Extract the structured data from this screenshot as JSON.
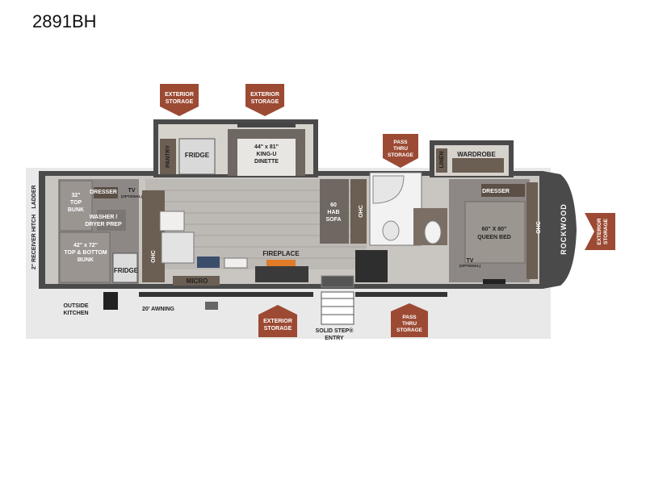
{
  "model": "2891BH",
  "brand": "ROCKWOOD",
  "colors": {
    "tag": "#9c4a33",
    "wall": "#4a4a4a",
    "floor": "#c9c6c1",
    "carpet": "#8d8785"
  },
  "labels": {
    "ext_storage_1": [
      "EXTERIOR",
      "STORAGE"
    ],
    "ext_storage_2": [
      "EXTERIOR",
      "STORAGE"
    ],
    "pass_thru_top": [
      "PASS",
      "THRU",
      "STORAGE"
    ],
    "ext_storage_front": [
      "EXTERIOR",
      "STORAGE"
    ],
    "ext_storage_bottom": [
      "EXTERIOR",
      "STORAGE"
    ],
    "pass_thru_bottom": [
      "PASS",
      "THRU",
      "STORAGE"
    ],
    "pantry": "PANTRY",
    "fridge_top": "FRIDGE",
    "dinette": [
      "44\" x 81\"",
      "KING-U",
      "DINETTE"
    ],
    "linen": "LINEN",
    "wardrobe": "WARDROBE",
    "ladder": "LADDER",
    "receiver_hitch": "2\" RECEIVER HITCH",
    "top_bunk": [
      "32\"",
      "TOP",
      "BUNK"
    ],
    "dresser_bunk": "DRESSER",
    "tv_bunk": "TV",
    "tv_optional": "(OPTIONAL)",
    "washer": [
      "WASHER /",
      "DRYER PREP"
    ],
    "bottom_bunk": [
      "42\" x 72\"",
      "TOP & BOTTOM",
      "BUNK"
    ],
    "fridge_rear": "FRIDGE",
    "ohc_rear": "OHC",
    "micro": "MICRO",
    "fireplace": "FIREPLACE",
    "sofa": [
      "60",
      "HAB",
      "SOFA"
    ],
    "ohc_mid": "OHC",
    "dresser_bed": "DRESSER",
    "queen_bed": [
      "60\" X 80\"",
      "QUEEN BED"
    ],
    "tv_bed": "TV",
    "tv_bed_optional": "(OPTIONAL)",
    "ohc_front": "OHC",
    "outside_kitchen": [
      "OUTSIDE",
      "KITCHEN"
    ],
    "awning": "20' AWNING",
    "entry": [
      "SOLID STEP®",
      "ENTRY"
    ]
  }
}
